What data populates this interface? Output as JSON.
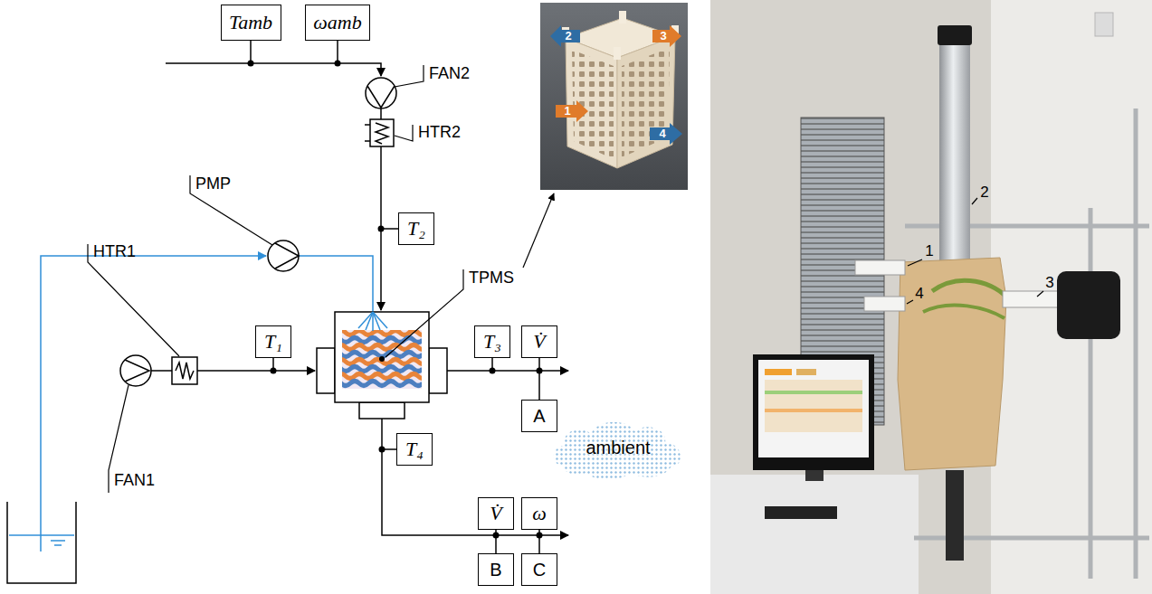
{
  "diagram": {
    "nodes": [
      {
        "text": [
          "Tamb"
        ]
      },
      {
        "text": [
          "ωamb"
        ]
      },
      {
        "text": [
          "T₂"
        ]
      },
      {
        "text": [
          "T₁"
        ]
      },
      {
        "text": [
          "T₃"
        ]
      },
      {
        "text": [
          "V̇"
        ]
      },
      {
        "text": [
          "A"
        ]
      },
      {
        "text": [
          "T₄"
        ]
      },
      {
        "text": [
          "V̇"
        ]
      },
      {
        "text": [
          "ω"
        ]
      },
      {
        "text": [
          "B"
        ]
      },
      {
        "text": [
          "C"
        ]
      },
      {
        "text": [
          "ambient"
        ]
      }
    ],
    "edges": [
      {
        "from": 5,
        "to": 6,
        "arrow": "none"
      },
      {
        "from": 8,
        "to": 10,
        "arrow": "none"
      },
      {
        "from": 9,
        "to": 11,
        "arrow": "none"
      }
    ],
    "labels": [
      "FAN2",
      "HTR2",
      "PMP",
      "HTR1",
      "TPMS",
      "FAN1",
      "2",
      "3",
      "1",
      "4",
      "2",
      "1",
      "4",
      "3"
    ]
  }
}
